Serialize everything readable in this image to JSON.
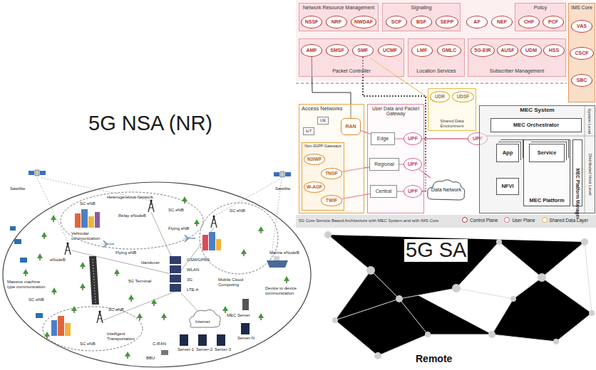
{
  "diagram": {
    "nodes": [
      {
        "text": [
          "Network Resource Management"
        ]
      },
      {
        "text": [
          "NSSF"
        ],
        "in": 0
      },
      {
        "text": [
          "NRF"
        ],
        "in": 0
      },
      {
        "text": [
          "NWDAF"
        ],
        "in": 0
      },
      {
        "text": [
          "Signaling"
        ]
      },
      {
        "text": [
          "SCP"
        ],
        "in": 4
      },
      {
        "text": [
          "BSF"
        ],
        "in": 4
      },
      {
        "text": [
          "SEPP"
        ],
        "in": 4
      },
      {
        "text": [
          "AF"
        ]
      },
      {
        "text": [
          "NEF"
        ]
      },
      {
        "text": [
          "Policy"
        ]
      },
      {
        "text": [
          "CHF"
        ],
        "in": 10
      },
      {
        "text": [
          "PCF"
        ],
        "in": 10
      },
      {
        "text": [
          "IMS Core"
        ]
      },
      {
        "text": [
          "VAS"
        ],
        "in": 13
      },
      {
        "text": [
          "CSCF"
        ],
        "in": 13
      },
      {
        "text": [
          "SBC"
        ],
        "in": 13
      },
      {
        "text": [
          "Packet Controller"
        ]
      },
      {
        "text": [
          "AMF"
        ],
        "in": 17
      },
      {
        "text": [
          "SMSF"
        ],
        "in": 17
      },
      {
        "text": [
          "SMF"
        ],
        "in": 17
      },
      {
        "text": [
          "UCMF"
        ],
        "in": 17
      },
      {
        "text": [
          "Location Services"
        ]
      },
      {
        "text": [
          "LMF"
        ],
        "in": 22
      },
      {
        "text": [
          "GMLC"
        ],
        "in": 22
      },
      {
        "text": [
          "Subscriber Management"
        ]
      },
      {
        "text": [
          "5G-EIR"
        ],
        "in": 25
      },
      {
        "text": [
          "AUSF"
        ],
        "in": 25
      },
      {
        "text": [
          "UDM"
        ],
        "in": 25
      },
      {
        "text": [
          "HSS"
        ],
        "in": 25
      },
      {
        "text": [
          "Access Networks"
        ]
      },
      {
        "text": [
          "UE"
        ],
        "in": 30
      },
      {
        "text": [
          "IoT"
        ],
        "in": 30
      },
      {
        "text": [
          "RAN"
        ],
        "in": 30
      },
      {
        "text": [
          "Non-3GPP Gateways"
        ],
        "in": 30
      },
      {
        "text": [
          "N3IWF"
        ],
        "in": 34
      },
      {
        "text": [
          "TNGF"
        ],
        "in": 34
      },
      {
        "text": [
          "W-AGF"
        ],
        "in": 34
      },
      {
        "text": [
          "TWIF"
        ],
        "in": 34
      },
      {
        "text": [
          "User Data and Packet Gateway"
        ]
      },
      {
        "text": [
          "Edge"
        ],
        "in": 39
      },
      {
        "text": [
          "Regional"
        ],
        "in": 39
      },
      {
        "text": [
          "Central"
        ],
        "in": 39
      },
      {
        "text": [
          "UPF"
        ],
        "in": 39
      },
      {
        "text": [
          "UPF"
        ],
        "in": 39
      },
      {
        "text": [
          "UPF"
        ],
        "in": 39
      },
      {
        "text": [
          "Shared Data Environment"
        ]
      },
      {
        "text": [
          "UDR"
        ],
        "in": 46
      },
      {
        "text": [
          "UDSF"
        ],
        "in": 46
      },
      {
        "text": [
          "UPF"
        ]
      },
      {
        "text": [
          "Data Network"
        ]
      },
      {
        "text": [
          "MEC System"
        ]
      },
      {
        "text": [
          "MEC Orchestrator"
        ],
        "in": 51
      },
      {
        "text": [
          "App"
        ],
        "in": 51
      },
      {
        "text": [
          "MEC Platform"
        ],
        "in": 51
      },
      {
        "text": [
          "Service"
        ],
        "in": 54
      },
      {
        "text": [
          "NFVI"
        ],
        "in": 51
      },
      {
        "text": [
          "MEC Platform Manager"
        ],
        "in": 51
      }
    ],
    "edges": [
      {
        "from": 33,
        "to": 40,
        "arrow": "none"
      },
      {
        "from": 36,
        "to": 41,
        "arrow": "none"
      },
      {
        "from": 38,
        "to": 42,
        "arrow": "none"
      },
      {
        "from": 40,
        "to": 43,
        "arrow": "none"
      },
      {
        "from": 41,
        "to": 44,
        "arrow": "none"
      },
      {
        "from": 42,
        "to": 45,
        "arrow": "none"
      },
      {
        "from": 43,
        "to": 49,
        "arrow": "none"
      },
      {
        "from": 44,
        "to": 50,
        "arrow": "none"
      },
      {
        "from": 45,
        "to": 50,
        "arrow": "none"
      },
      {
        "from": 18,
        "to": 33,
        "arrow": "none"
      },
      {
        "from": 20,
        "to": 43,
        "arrow": "none"
      },
      {
        "from": 20,
        "to": 44,
        "arrow": "none"
      },
      {
        "from": 20,
        "to": 45,
        "arrow": "none"
      }
    ],
    "labels": [
      "5G NSA (NR)",
      "5G SA",
      "Remote",
      "5G Core Service Based Architecture with MEC System and with IMS Core",
      "System Level",
      "Distributed Host Level",
      "Satellite",
      "Satellite",
      "Heterogeneous Network",
      "Relay eNodeB",
      "SC eNB",
      "SC eNB",
      "SC eNB",
      "SC eNB",
      "SC eNB",
      "SC eNB",
      "Flying eNB",
      "Flying eNB",
      "Vehicular communication",
      "Massive machine type communication",
      "eNodeB",
      "5G Terminal",
      "GSM/GPRS",
      "WLAN",
      "3G",
      "LTE-A",
      "Handover",
      "Mobile Cloud Computing",
      "MEC Server",
      "Device to device communication",
      "Marine eNodeB",
      "Intelligent Transportation",
      "Internet",
      "C-RAN",
      "BBU",
      "Server-1",
      "Server-2",
      "Server-3",
      "Server-N"
    ],
    "legend": [
      {
        "text": "Control Plane",
        "color": "#b02a2a"
      },
      {
        "text": "User Plane",
        "color": "#d96a93"
      },
      {
        "text": "Shared Data Layer",
        "color": "#e0b040"
      }
    ]
  }
}
